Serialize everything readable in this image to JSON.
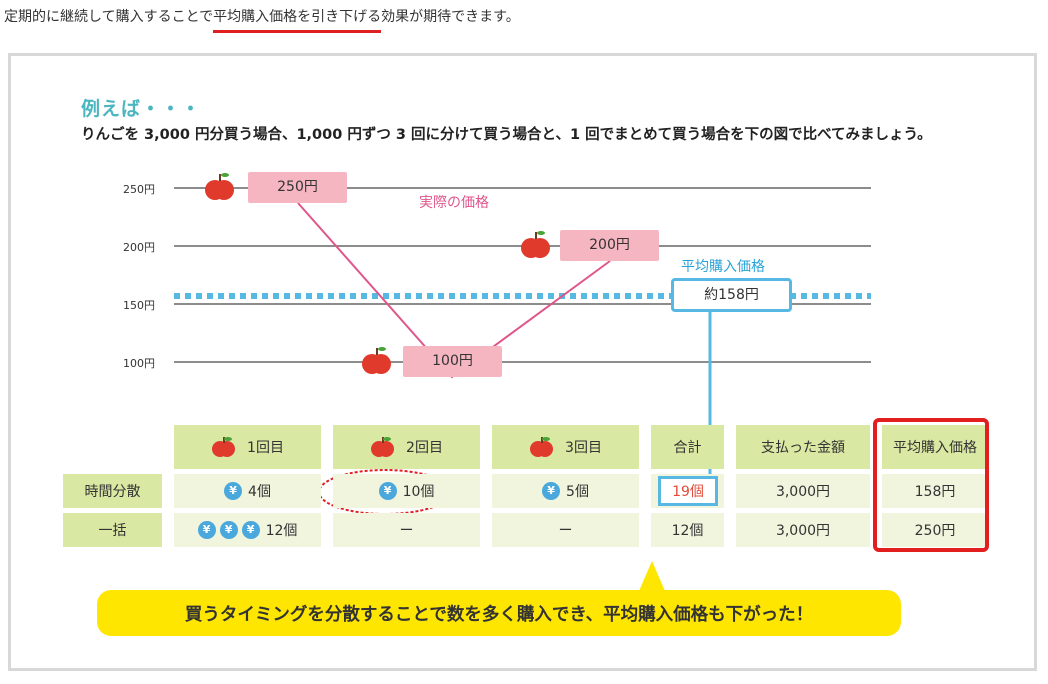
{
  "intro": {
    "before": "定期的に継続して購入することで",
    "highlight": "平均購入価格を引き下げる",
    "after": "効果が期待できます。"
  },
  "example": {
    "title": "例えば・・・",
    "description": "りんごを 3,000 円分買う場合、1,000 円ずつ 3 回に分けて買う場合と、1 回でまとめて買う場合を下の図で比べてみましょう。"
  },
  "chart_data": {
    "type": "line",
    "y_ticks": [
      "250円",
      "200円",
      "150円",
      "100円"
    ],
    "series": [
      {
        "name": "実際の価格",
        "values": [
          250,
          100,
          200
        ]
      }
    ],
    "point_labels": [
      "250円",
      "100円",
      "200円"
    ],
    "average_line": {
      "name": "平均購入価格",
      "value": 158,
      "label": "約158円"
    },
    "ylim": [
      100,
      250
    ],
    "grid": true
  },
  "colors": {
    "actual_line": "#e0558a",
    "average_line": "#57b8e3",
    "header_green": "#d9e8a2",
    "body_green": "#f1f5de",
    "highlight_red": "#e21e1e",
    "banner_yellow": "#ffe600",
    "title_teal": "#4bb6c0"
  },
  "table": {
    "headers": [
      "1回目",
      "2回目",
      "3回目",
      "合計",
      "支払った金額",
      "平均購入価格"
    ],
    "rows": [
      {
        "label": "時間分散",
        "cells": [
          "4個",
          "10個",
          "5個",
          "19個",
          "3,000円",
          "158円"
        ]
      },
      {
        "label": "一括",
        "cells": [
          "12個",
          "ー",
          "ー",
          "12個",
          "3,000円",
          "250円"
        ]
      }
    ]
  },
  "icons": {
    "apple": "apple-icon",
    "coin": "yen-coin-icon",
    "coin_symbol": "¥"
  },
  "banner": "買うタイミングを分散することで数を多く購入でき、平均購入価格も下がった！"
}
